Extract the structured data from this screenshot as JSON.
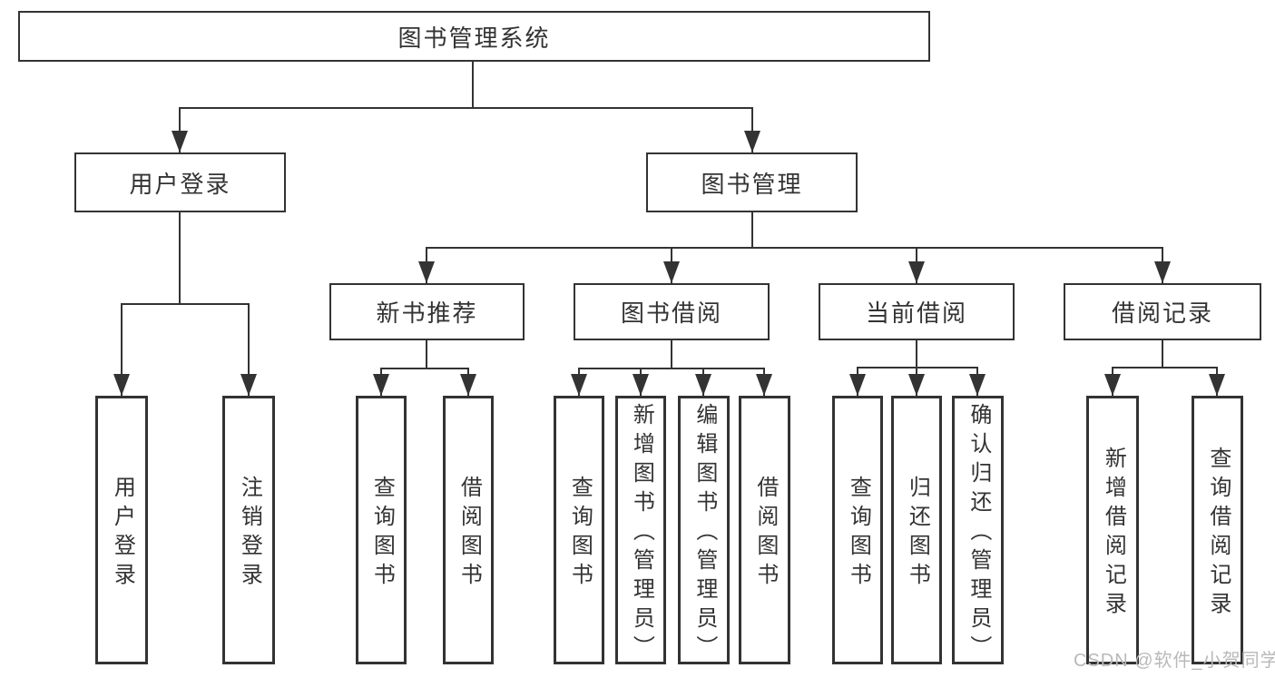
{
  "tree": {
    "label": "图书管理系统",
    "children": [
      {
        "label": "用户登录",
        "children": [
          {
            "label": "用户登录"
          },
          {
            "label": "注销登录"
          }
        ]
      },
      {
        "label": "图书管理",
        "children": [
          {
            "label": "新书推荐",
            "children": [
              {
                "label": "查询图书"
              },
              {
                "label": "借阅图书"
              }
            ]
          },
          {
            "label": "图书借阅",
            "children": [
              {
                "label": "查询图书"
              },
              {
                "label": "新增图书（管理员）"
              },
              {
                "label": "编辑图书（管理员）"
              },
              {
                "label": "借阅图书"
              }
            ]
          },
          {
            "label": "当前借阅",
            "children": [
              {
                "label": "查询图书"
              },
              {
                "label": "归还图书"
              },
              {
                "label": "确认归还（管理员）"
              }
            ]
          },
          {
            "label": "借阅记录",
            "children": [
              {
                "label": "新增借阅记录"
              },
              {
                "label": "查询借阅记录"
              }
            ]
          }
        ]
      }
    ]
  },
  "watermark": {
    "text": "CSDN @软件_小贺同学"
  },
  "colors": {
    "line": "#333333",
    "box_border": "#333333",
    "text": "#333333",
    "watermark": "#b9b9b9",
    "background": "#ffffff"
  }
}
